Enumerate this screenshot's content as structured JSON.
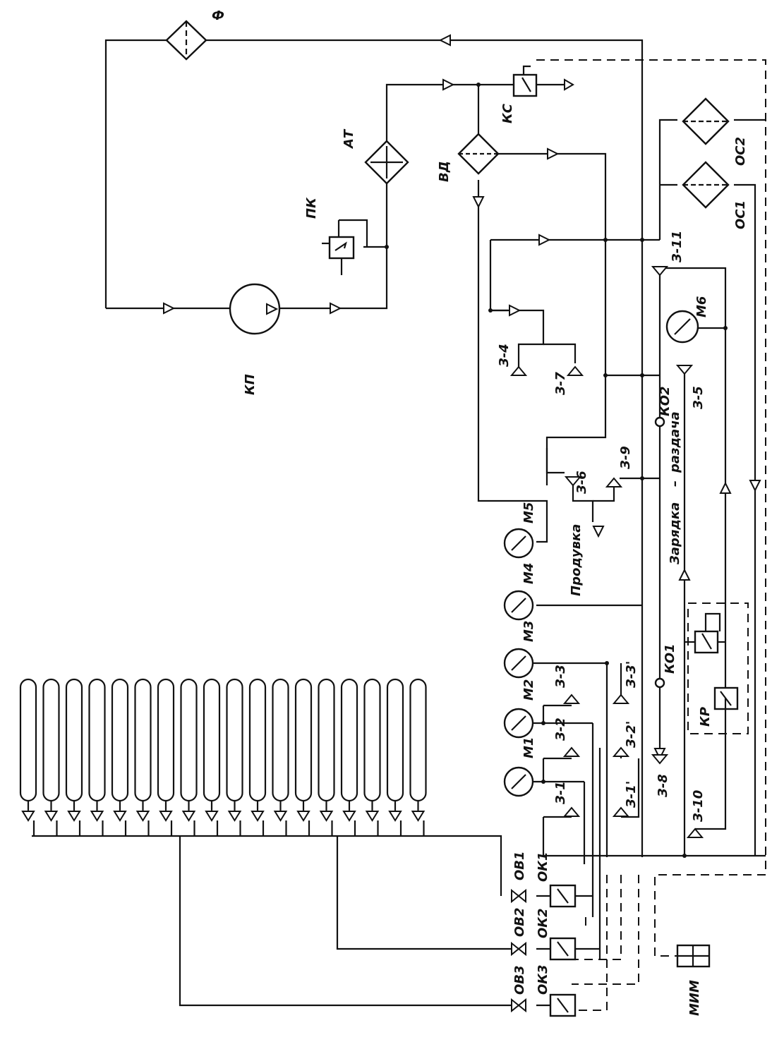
{
  "labels": {
    "filter": "Ф",
    "compressor": "КП",
    "safety_valve": "ПК",
    "cooler": "АТ",
    "separator": "ВД",
    "check_valve_kc": "КС",
    "oil_sep_1": "ОС1",
    "oil_sep_2": "ОС2",
    "v_3_1": "З-1",
    "v_3_1p": "З-1'",
    "v_3_2": "З-2",
    "v_3_2p": "З-2'",
    "v_3_3": "З-3",
    "v_3_3p": "З-3'",
    "v_3_4": "З-4",
    "v_3_5": "З-5",
    "v_3_6": "З-6",
    "v_3_7": "З-7",
    "v_3_8": "З-8",
    "v_3_9": "З-9",
    "v_3_10": "З-10",
    "v_3_11": "З-11",
    "m1": "М1",
    "m2": "М2",
    "m3": "М3",
    "m4": "М4",
    "m5": "М5",
    "m6": "М6",
    "ko1": "КО1",
    "ko2": "КО2",
    "kr": "КР",
    "ok1": "ОК1",
    "ok2": "ОК2",
    "ok3": "ОК3",
    "ov1": "ОВ1",
    "ov2": "ОВ2",
    "ov3": "ОВ3",
    "mim": "МИМ",
    "purge": "Продувка",
    "charge": "Зарядка",
    "discharge": "раздача",
    "dash_sep": "–"
  },
  "cylinder_count": 18
}
